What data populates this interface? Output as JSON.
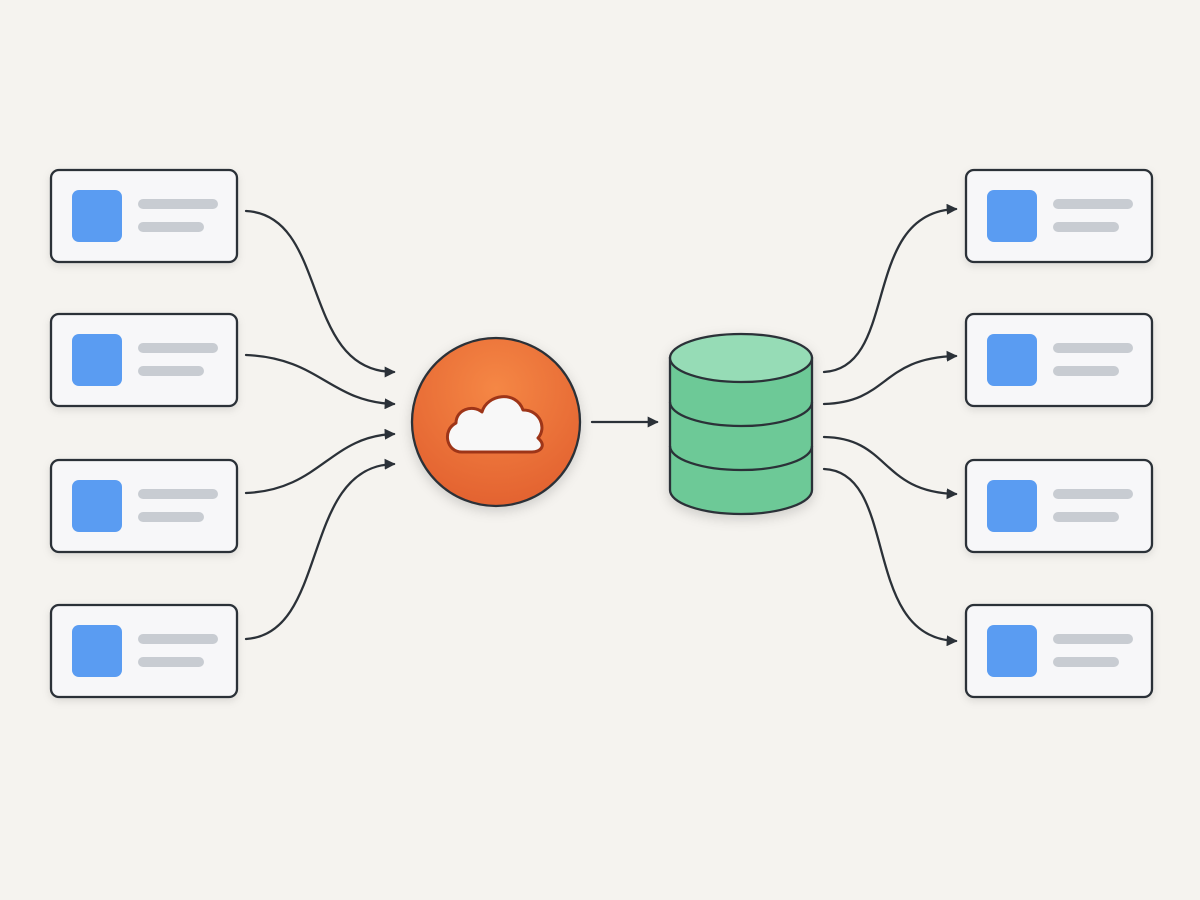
{
  "diagram": {
    "type": "fan-in-fan-out",
    "sources": [
      {
        "id": "source-1",
        "icon": "square-block-icon"
      },
      {
        "id": "source-2",
        "icon": "square-block-icon"
      },
      {
        "id": "source-3",
        "icon": "square-block-icon"
      },
      {
        "id": "source-4",
        "icon": "square-block-icon"
      }
    ],
    "hub": {
      "id": "cloud-hub",
      "icon": "cloud-icon"
    },
    "store": {
      "id": "database",
      "icon": "database-icon",
      "layers": 3
    },
    "destinations": [
      {
        "id": "destination-1",
        "icon": "square-block-icon"
      },
      {
        "id": "destination-2",
        "icon": "square-block-icon"
      },
      {
        "id": "destination-3",
        "icon": "square-block-icon"
      },
      {
        "id": "destination-4",
        "icon": "square-block-icon"
      }
    ],
    "edges": [
      {
        "from": "source-1",
        "to": "cloud-hub"
      },
      {
        "from": "source-2",
        "to": "cloud-hub"
      },
      {
        "from": "source-3",
        "to": "cloud-hub"
      },
      {
        "from": "source-4",
        "to": "cloud-hub"
      },
      {
        "from": "cloud-hub",
        "to": "database"
      },
      {
        "from": "database",
        "to": "destination-1"
      },
      {
        "from": "database",
        "to": "destination-2"
      },
      {
        "from": "database",
        "to": "destination-3"
      },
      {
        "from": "database",
        "to": "destination-4"
      }
    ]
  },
  "colors": {
    "background": "#f5f3ef",
    "card_fill": "#f7f7f9",
    "stroke": "#2b3138",
    "card_accent": "#5a9cf2",
    "placeholder_line": "#c8ccd2",
    "hub_fill": "#ec6c3c",
    "hub_gradient_top": "#f58745",
    "hub_stroke": "#9e3518",
    "cloud_fill": "#f8f8f8",
    "db_fill": "#6dc997",
    "db_top": "#96dcb6",
    "arrow": "#2b3138"
  }
}
